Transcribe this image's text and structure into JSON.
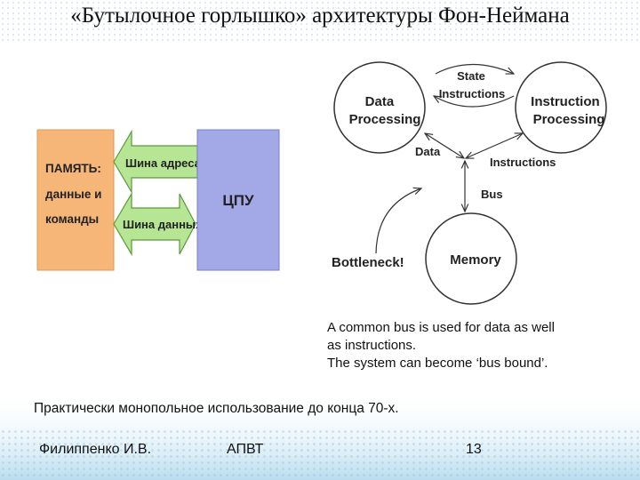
{
  "title": "«Бутылочное горлышко» архитектуры Фон-Неймана",
  "left_diagram": {
    "memory_label": "ПАМЯТЬ: данные и команды",
    "memory_lines": [
      "ПАМЯТЬ:",
      "данные и",
      "команды"
    ],
    "address_bus": "Шина адреса",
    "data_bus": "Шина данных",
    "cpu": "ЦПУ",
    "colors": {
      "memory": "#f5b678",
      "cpu": "#a3a8e6",
      "address_arrow": "#b6e594",
      "data_arrow": "#b6e594"
    }
  },
  "right_diagram": {
    "data_processing": [
      "Data",
      "Processing"
    ],
    "instruction_processing": [
      "Instruction",
      "Processing"
    ],
    "memory": "Memory",
    "state_label": "State",
    "instructions_top_label": "Instructions",
    "data_label": "Data",
    "instructions_label": "Instructions",
    "bus_label": "Bus",
    "bottleneck_label": "Bottleneck!"
  },
  "caption": [
    "A common bus is used for data as well",
    "as instructions.",
    "The system can become ‘bus bound’."
  ],
  "note": "Практически монопольное использование до конца 70-х.",
  "footer": {
    "author": "Филиппенко И.В.",
    "course": "АПВТ",
    "page": "13"
  }
}
